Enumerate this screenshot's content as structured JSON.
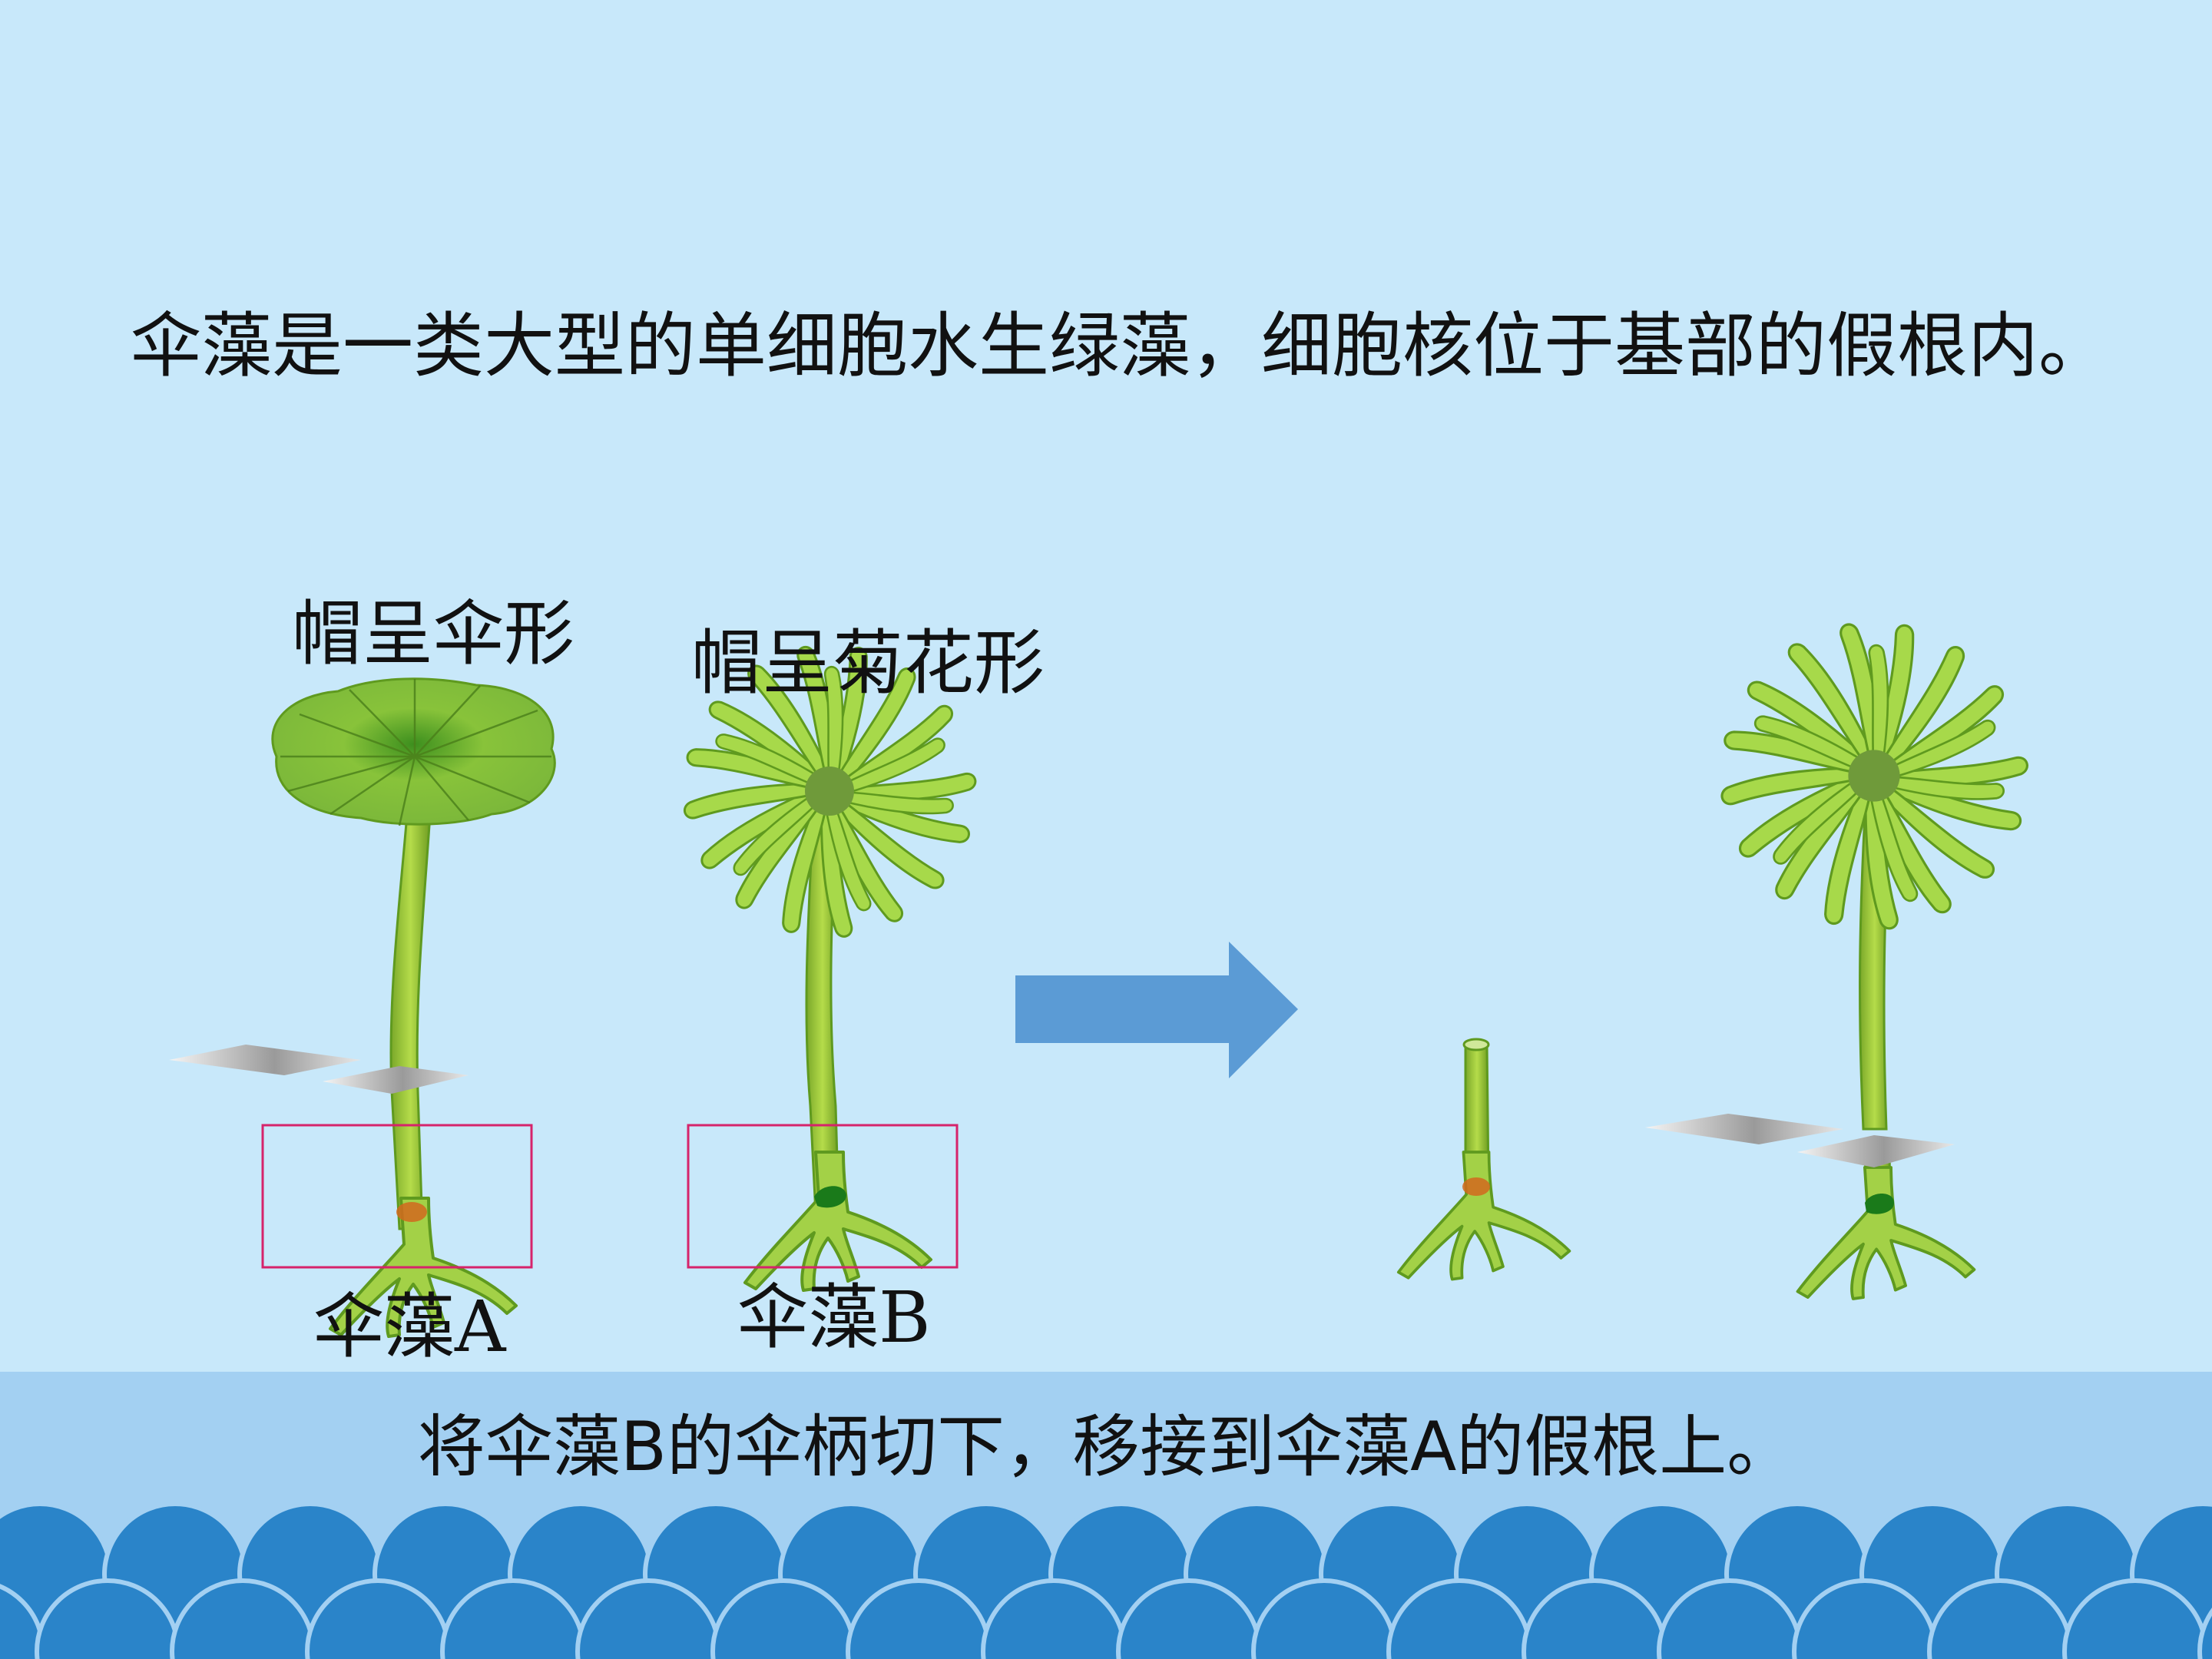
{
  "intro_text": "伞藻是一类大型的单细胞水生绿藻，细胞核位于基部的假根内。",
  "cap_a_label": "帽呈伞形",
  "cap_b_label": "帽呈菊花形",
  "alga_a_label": "伞藻A",
  "alga_b_label": "伞藻B",
  "bottom_text": "将伞藻B的伞柄切下，移接到伞藻A的假根上。",
  "colors": {
    "background": "#c8e8fa",
    "footer_band": "#a3d0f2",
    "waves": "#2a84c9",
    "arrow": "#5b9bd5",
    "highlight_box": "#d6236b",
    "alga_green": "#9acd32",
    "nucleus_a": "#d2691e",
    "nucleus_b": "#1a7a1a"
  },
  "icons": [
    "umbrella-cap-icon",
    "chrysanthemum-cap-icon",
    "rhizoid-icon",
    "blade-icon",
    "right-arrow-icon",
    "wave-pattern"
  ]
}
